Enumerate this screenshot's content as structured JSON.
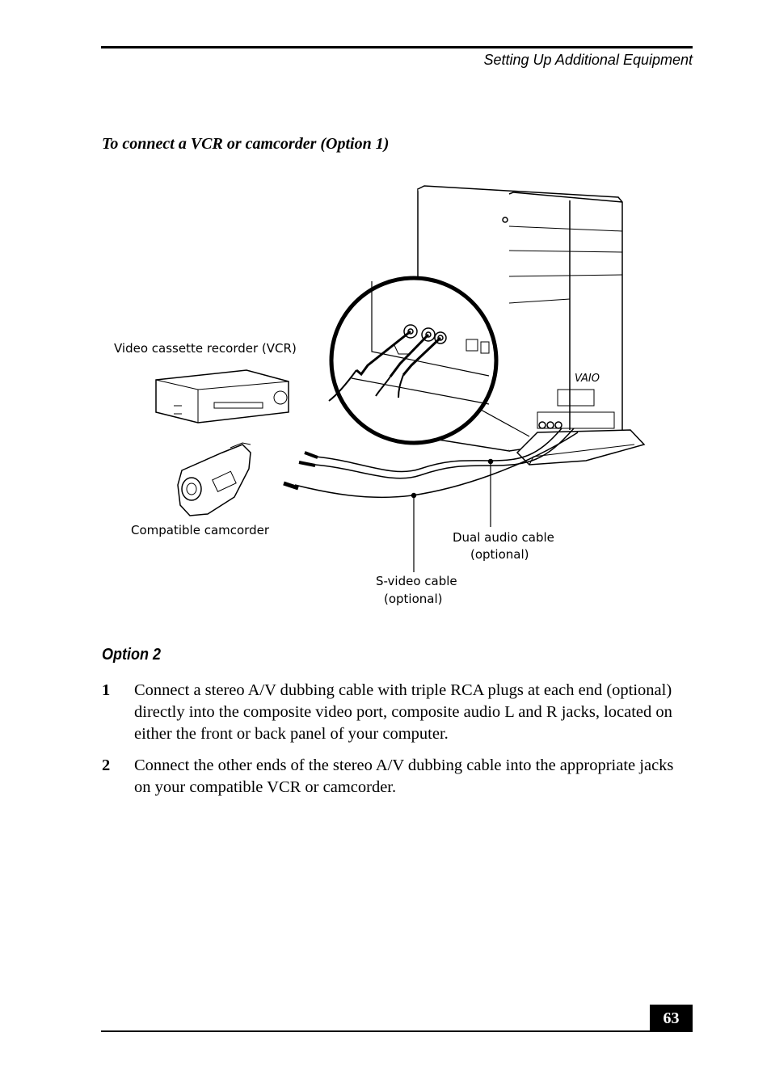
{
  "header": {
    "running_title": "Setting Up Additional Equipment"
  },
  "figure": {
    "heading": "To connect a VCR or camcorder (Option 1)",
    "labels": {
      "vcr": "Video cassette recorder (VCR)",
      "camcorder": "Compatible camcorder",
      "audio_cable_line1": "Dual audio cable",
      "audio_cable_line2": "(optional)",
      "svideo_line1": "S-video cable",
      "svideo_line2": "(optional)",
      "logo": "VAIO"
    }
  },
  "section": {
    "heading": "Option 2",
    "steps": [
      {
        "num": "1",
        "text": "Connect a stereo A/V dubbing cable with triple RCA plugs at each end (optional) directly into the composite video port, composite audio L and R jacks, located on either the front or back panel of your computer."
      },
      {
        "num": "2",
        "text": "Connect the other ends of the stereo A/V dubbing cable into the appropriate jacks on your compatible VCR or camcorder."
      }
    ]
  },
  "footer": {
    "page_number": "63"
  }
}
